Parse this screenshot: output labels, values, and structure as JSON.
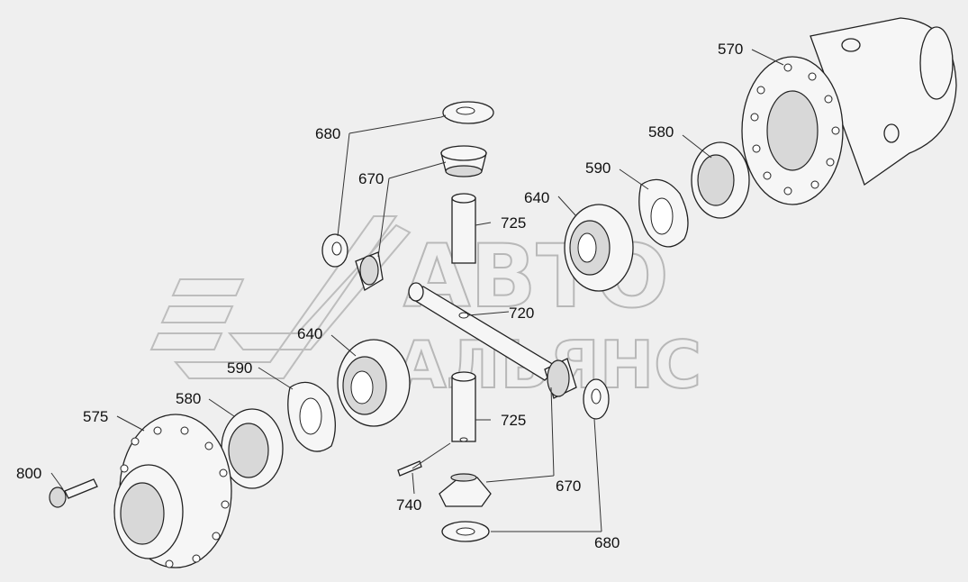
{
  "diagram": {
    "watermark": {
      "line1": "АВТО",
      "line2": "АЛЬЯНС"
    },
    "labels": {
      "l570": "570",
      "l580a": "580",
      "l590a": "590",
      "l640a": "640",
      "l725a": "725",
      "l720": "720",
      "l680a": "680",
      "l670a": "670",
      "l640b": "640",
      "l590b": "590",
      "l580b": "580",
      "l575": "575",
      "l800": "800",
      "l725b": "725",
      "l740": "740",
      "l670b": "670",
      "l680b": "680"
    }
  }
}
